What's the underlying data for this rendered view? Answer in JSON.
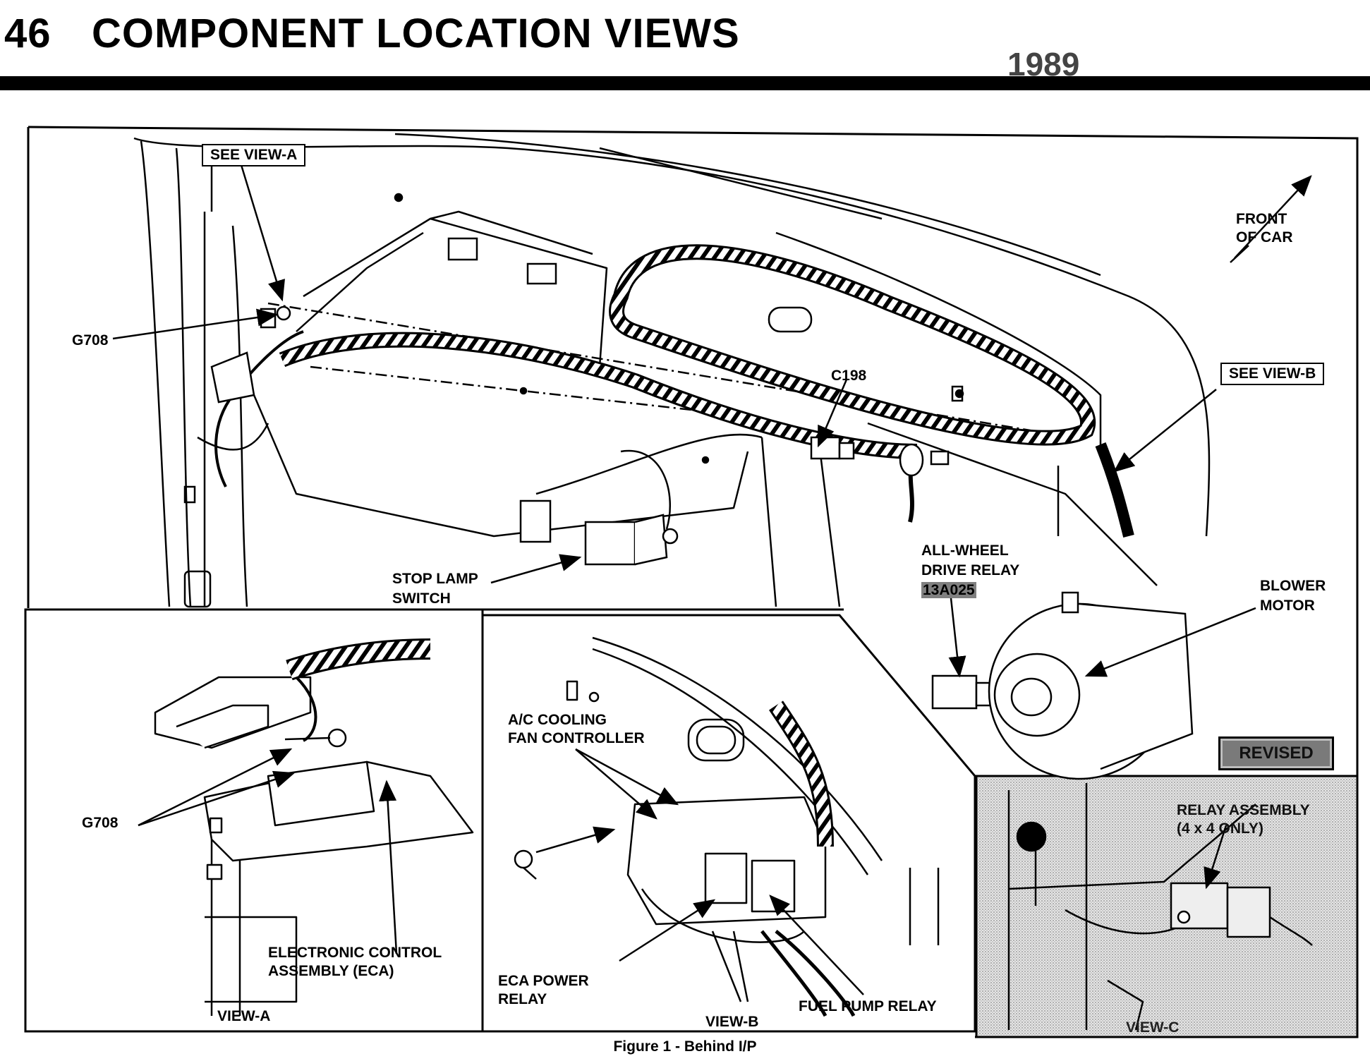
{
  "header": {
    "page_number": "46",
    "title": "COMPONENT LOCATION VIEWS",
    "year": "1989"
  },
  "labels": {
    "see_view_a": "SEE VIEW-A",
    "see_view_b": "SEE VIEW-B",
    "front_of_car_line1": "FRONT",
    "front_of_car_line2": "OF CAR",
    "g708_main": "G708",
    "c198": "C198",
    "stop_lamp_line1": "STOP LAMP",
    "stop_lamp_line2": "SWITCH",
    "awd_relay_line1": "ALL-WHEEL",
    "awd_relay_line2": "DRIVE RELAY",
    "awd_relay_code": "13A025",
    "blower_line1": "BLOWER",
    "blower_line2": "MOTOR",
    "revised": "REVISED",
    "g708_view_a": "G708",
    "eca_line1": "ELECTRONIC CONTROL",
    "eca_line2": "ASSEMBLY (ECA)",
    "view_a": "VIEW-A",
    "ac_fan_line1": "A/C COOLING",
    "ac_fan_line2": "FAN CONTROLLER",
    "eca_power_line1": "ECA POWER",
    "eca_power_line2": "RELAY",
    "view_b": "VIEW-B",
    "fuel_pump_relay": "FUEL PUMP RELAY",
    "relay_assembly_line1": "RELAY ASSEMBLY",
    "relay_assembly_line2": "(4 x 4 ONLY)",
    "view_c": "VIEW-C"
  },
  "caption": "Figure 1 - Behind I/P"
}
